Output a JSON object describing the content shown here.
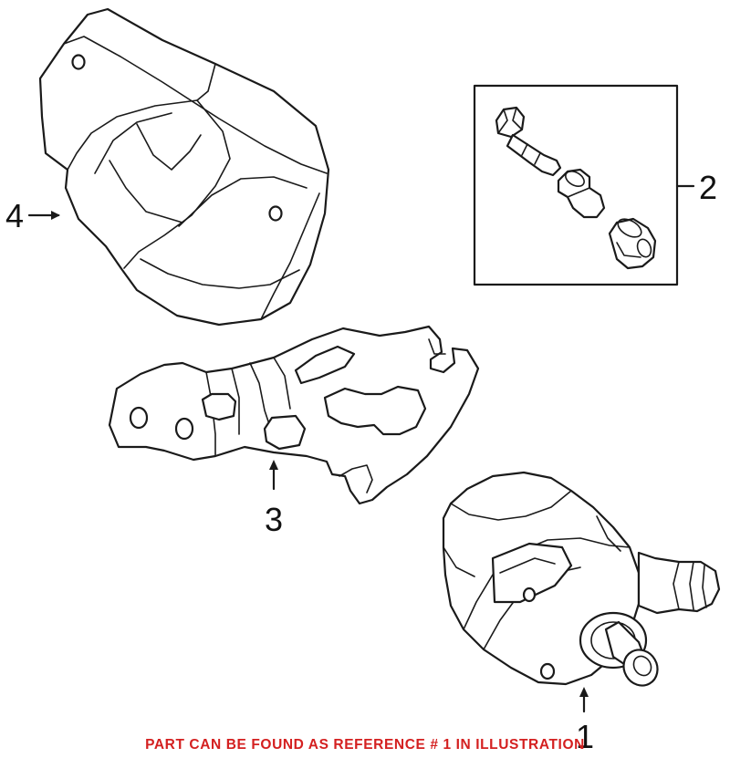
{
  "callouts": {
    "ref_1": "1",
    "ref_2": "2",
    "ref_3": "3",
    "ref_4": "4"
  },
  "caption": {
    "text": "PART CAN BE FOUND AS REFERENCE # 1 IN ILLUSTRATION",
    "color": "#d42020"
  }
}
